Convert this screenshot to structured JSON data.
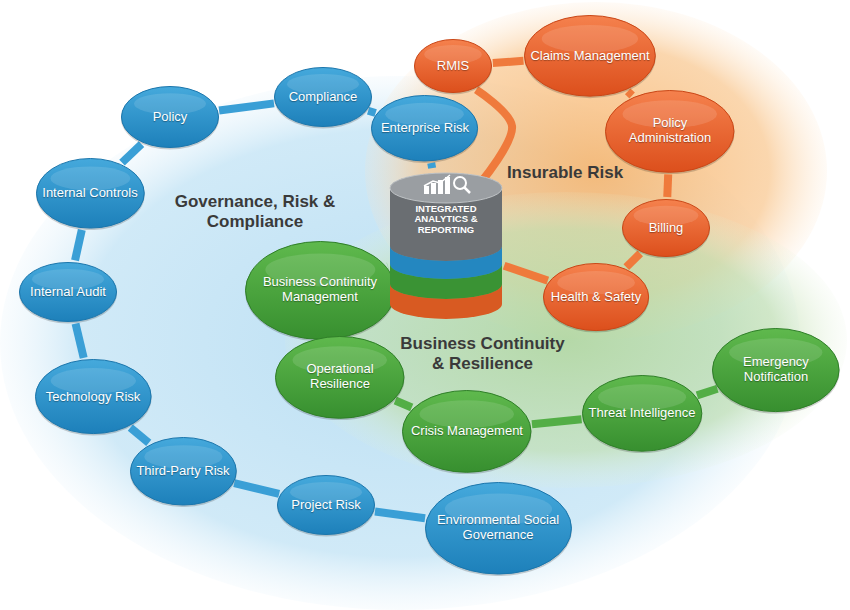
{
  "diagram": {
    "nodes": [
      {
        "text": [
          "Governance, Risk & Compliance"
        ]
      },
      {
        "text": [
          "Insurable Risk"
        ]
      },
      {
        "text": [
          "Business Continuity & Resilience"
        ]
      },
      {
        "text": [
          "INTEGRATED ANALYTICS & REPORTING"
        ]
      },
      {
        "text": [
          "Policy"
        ],
        "in": 0
      },
      {
        "text": [
          "Compliance"
        ],
        "in": 0
      },
      {
        "text": [
          "Enterprise Risk"
        ],
        "in": 0
      },
      {
        "text": [
          "Internal Controls"
        ],
        "in": 0
      },
      {
        "text": [
          "Internal Audit"
        ],
        "in": 0
      },
      {
        "text": [
          "Technology Risk"
        ],
        "in": 0
      },
      {
        "text": [
          "Third-Party Risk"
        ],
        "in": 0
      },
      {
        "text": [
          "Project Risk"
        ],
        "in": 0
      },
      {
        "text": [
          "Environmental Social Governance"
        ],
        "in": 0
      },
      {
        "text": [
          "RMIS"
        ],
        "in": 1
      },
      {
        "text": [
          "Claims Management"
        ],
        "in": 1
      },
      {
        "text": [
          "Policy Administration"
        ],
        "in": 1
      },
      {
        "text": [
          "Billing"
        ],
        "in": 1
      },
      {
        "text": [
          "Health & Safety"
        ],
        "in": 1
      },
      {
        "text": [
          "Business Continuity Management"
        ],
        "in": 2
      },
      {
        "text": [
          "Operational Resilience"
        ],
        "in": 2
      },
      {
        "text": [
          "Crisis Management"
        ],
        "in": 2
      },
      {
        "text": [
          "Threat Intelligence"
        ],
        "in": 2
      },
      {
        "text": [
          "Emergency Notification"
        ],
        "in": 2
      }
    ],
    "edges": [
      {
        "from": 6,
        "to": 5,
        "arrow": "none"
      },
      {
        "from": 5,
        "to": 4,
        "arrow": "none"
      },
      {
        "from": 4,
        "to": 7,
        "arrow": "none"
      },
      {
        "from": 7,
        "to": 8,
        "arrow": "none"
      },
      {
        "from": 8,
        "to": 9,
        "arrow": "none"
      },
      {
        "from": 9,
        "to": 10,
        "arrow": "none"
      },
      {
        "from": 10,
        "to": 11,
        "arrow": "none"
      },
      {
        "from": 11,
        "to": 12,
        "arrow": "none"
      },
      {
        "from": 3,
        "to": 6,
        "arrow": "none"
      },
      {
        "from": 3,
        "to": 13,
        "arrow": "none"
      },
      {
        "from": 13,
        "to": 14,
        "arrow": "none"
      },
      {
        "from": 14,
        "to": 15,
        "arrow": "none"
      },
      {
        "from": 15,
        "to": 16,
        "arrow": "none"
      },
      {
        "from": 16,
        "to": 17,
        "arrow": "none"
      },
      {
        "from": 17,
        "to": 3,
        "arrow": "none"
      },
      {
        "from": 3,
        "to": 18,
        "arrow": "none"
      },
      {
        "from": 18,
        "to": 19,
        "arrow": "none"
      },
      {
        "from": 19,
        "to": 20,
        "arrow": "none"
      },
      {
        "from": 20,
        "to": 21,
        "arrow": "none"
      },
      {
        "from": 21,
        "to": 22,
        "arrow": "none"
      }
    ]
  }
}
